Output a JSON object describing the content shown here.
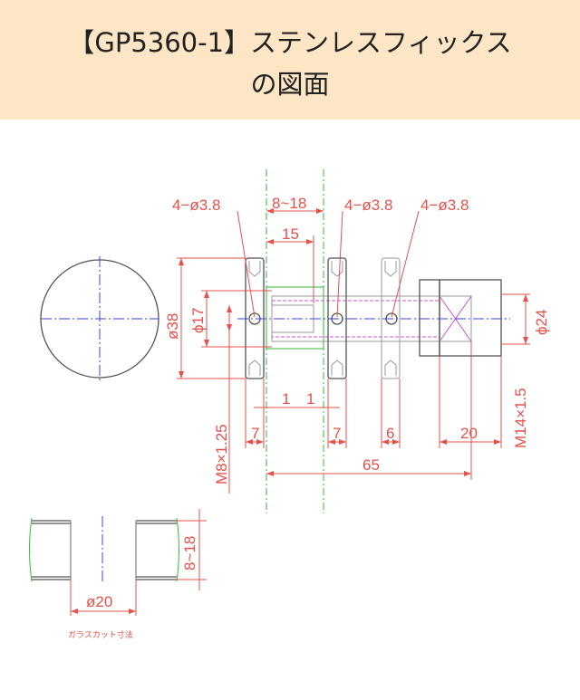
{
  "header": {
    "title_line1": "【GP5360-1】ステンレスフィックス",
    "title_line2": "の図面"
  },
  "drawing": {
    "hole_callouts": [
      "4−ø3.8",
      "4−ø3.8",
      "4−ø3.8"
    ],
    "glass_thickness": "8~18",
    "thread_length": "15",
    "dia_flange": "ø38",
    "dia_inner": "ϕ17",
    "dia_body": "ϕ24",
    "gap_left": "1",
    "gap_right": "1",
    "flange1_width": "7",
    "flange2_width": "7",
    "flange3_width": "6",
    "body_length": "20",
    "total_length": "65",
    "thread_small": "M8×1.25",
    "thread_large": "M14×1.5",
    "cut_dia": "ø20",
    "cut_thickness": "8~18",
    "cut_label": "ガラスカット寸法"
  }
}
